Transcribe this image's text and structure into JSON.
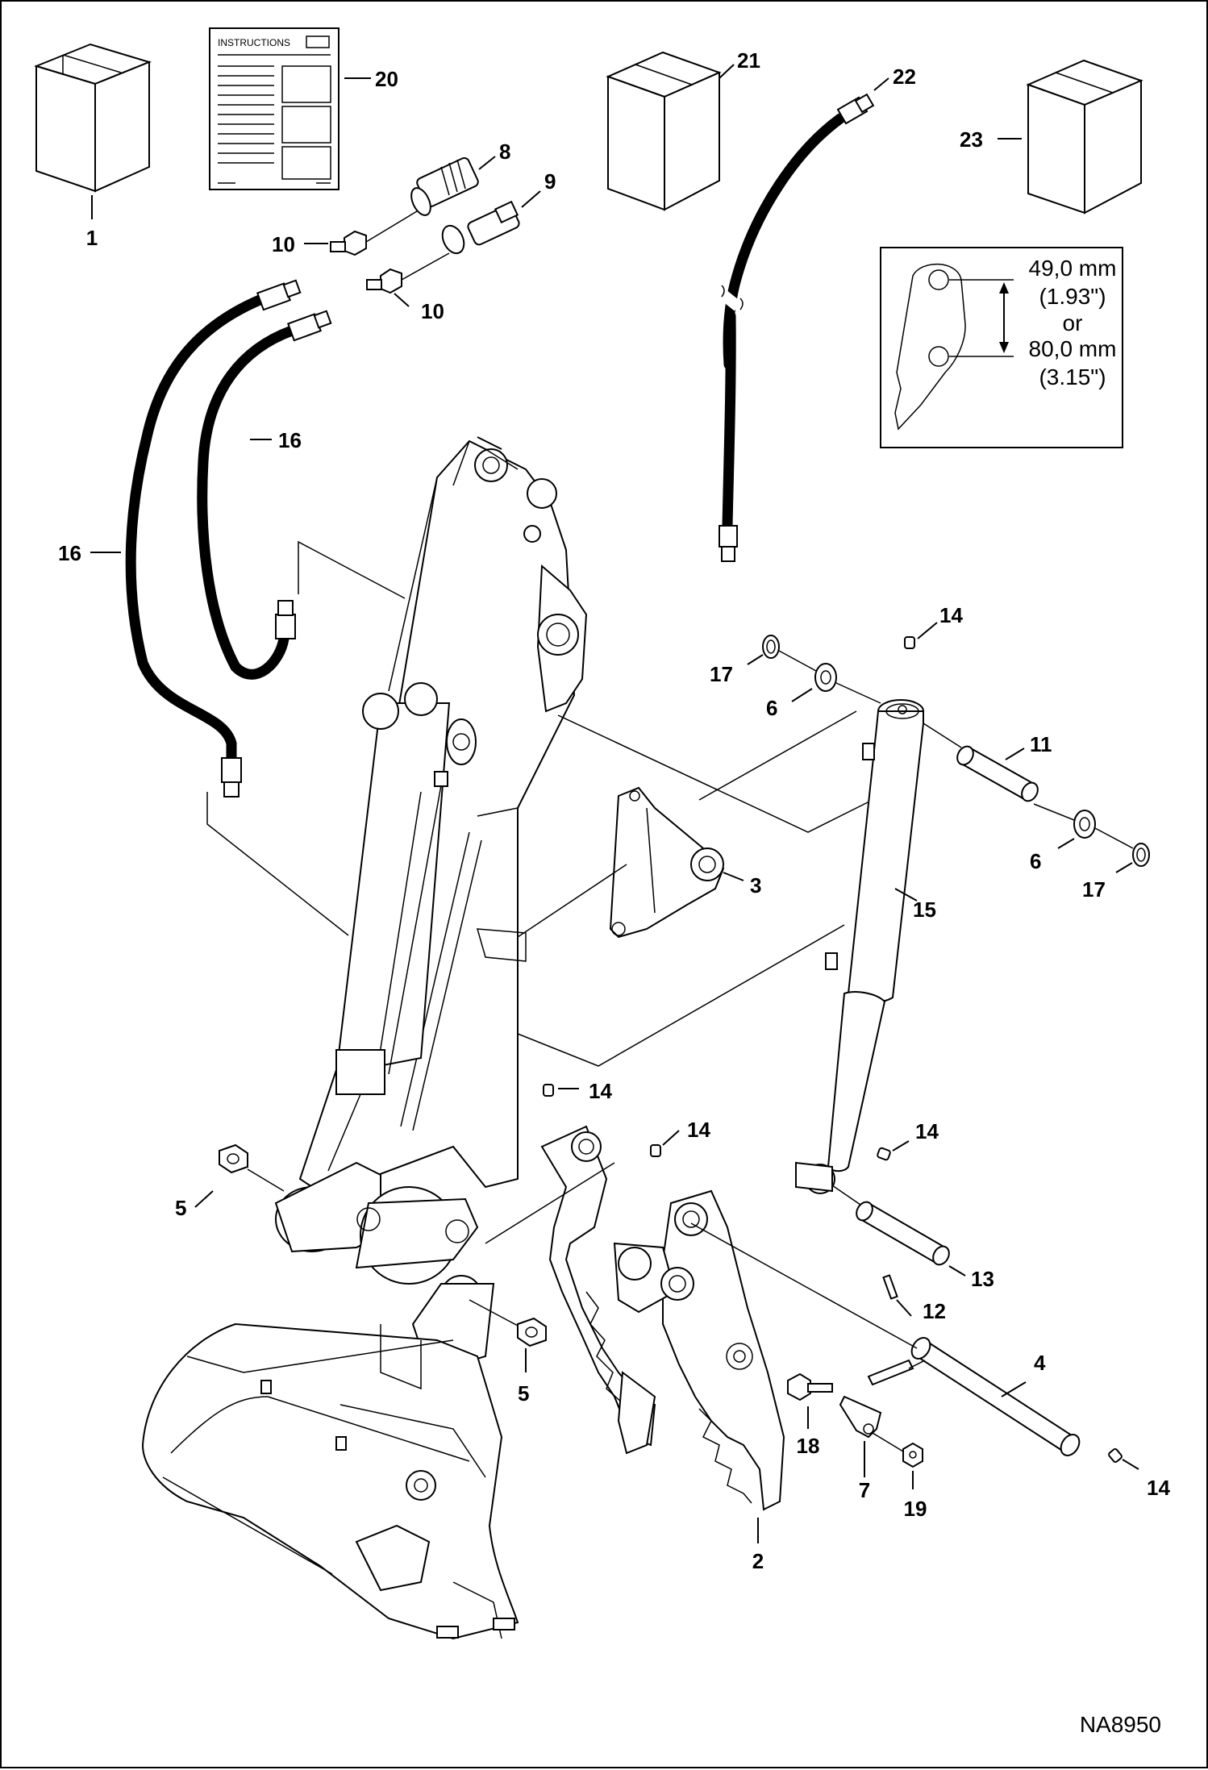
{
  "diagram": {
    "document_code": "NA8950",
    "instructions_sheet": {
      "title": "INSTRUCTIONS"
    },
    "inset": {
      "dimension_1_mm": "49,0 mm",
      "dimension_1_in": "(1.93\")",
      "or_label": "or",
      "dimension_2_mm": "80,0 mm",
      "dimension_2_in": "(3.15\")"
    },
    "callouts": [
      {
        "id": "c1",
        "label": "1"
      },
      {
        "id": "c20",
        "label": "20"
      },
      {
        "id": "c21",
        "label": "21"
      },
      {
        "id": "c22",
        "label": "22"
      },
      {
        "id": "c23",
        "label": "23"
      },
      {
        "id": "c8",
        "label": "8"
      },
      {
        "id": "c9",
        "label": "9"
      },
      {
        "id": "c10a",
        "label": "10"
      },
      {
        "id": "c10b",
        "label": "10"
      },
      {
        "id": "c16a",
        "label": "16"
      },
      {
        "id": "c16b",
        "label": "16"
      },
      {
        "id": "c14a",
        "label": "14"
      },
      {
        "id": "c17a",
        "label": "17"
      },
      {
        "id": "c6a",
        "label": "6"
      },
      {
        "id": "c11",
        "label": "11"
      },
      {
        "id": "c6b",
        "label": "6"
      },
      {
        "id": "c17b",
        "label": "17"
      },
      {
        "id": "c3",
        "label": "3"
      },
      {
        "id": "c15",
        "label": "15"
      },
      {
        "id": "c14b",
        "label": "14"
      },
      {
        "id": "c14c",
        "label": "14"
      },
      {
        "id": "c14d",
        "label": "14"
      },
      {
        "id": "c5a",
        "label": "5"
      },
      {
        "id": "c5b",
        "label": "5"
      },
      {
        "id": "c13",
        "label": "13"
      },
      {
        "id": "c12",
        "label": "12"
      },
      {
        "id": "c4",
        "label": "4"
      },
      {
        "id": "c18",
        "label": "18"
      },
      {
        "id": "c7",
        "label": "7"
      },
      {
        "id": "c19",
        "label": "19"
      },
      {
        "id": "c14e",
        "label": "14"
      },
      {
        "id": "c2",
        "label": "2"
      }
    ]
  }
}
